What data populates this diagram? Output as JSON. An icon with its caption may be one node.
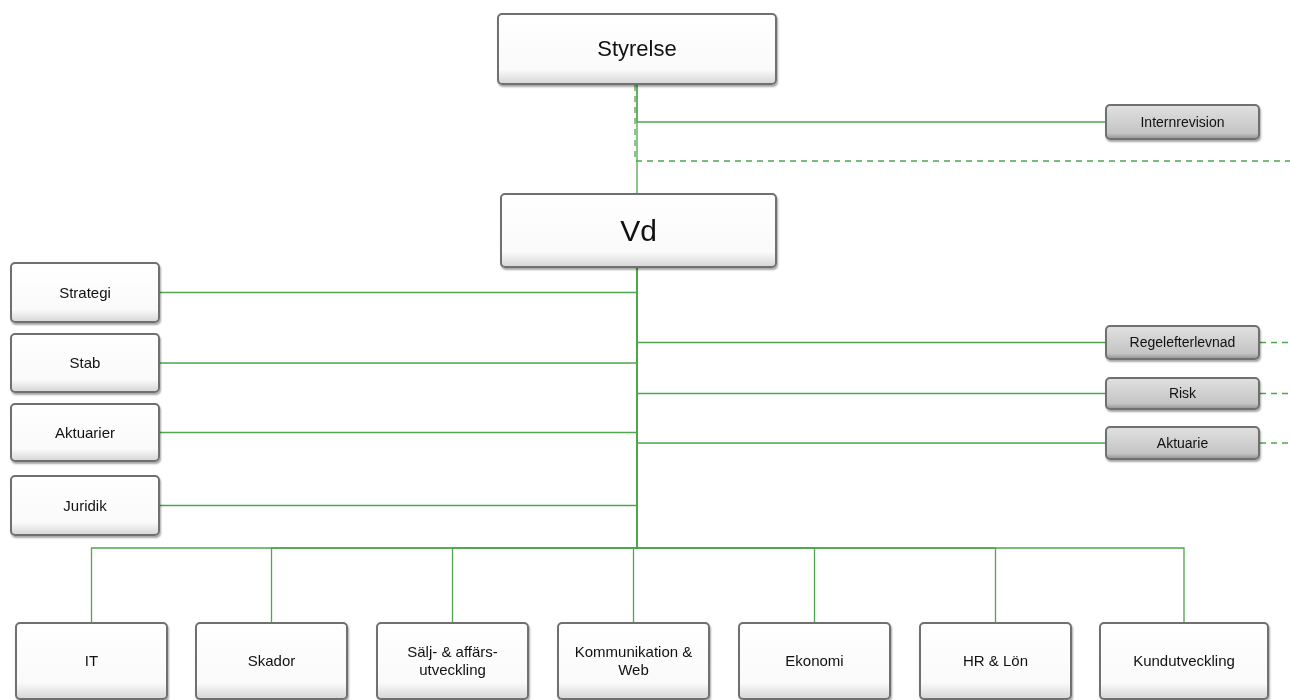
{
  "diagram": {
    "nodes": [
      {
        "text": [
          "Styrelse"
        ]
      },
      {
        "text": [
          "Internrevision"
        ]
      },
      {
        "text": [
          "Vd"
        ]
      },
      {
        "text": [
          "Strategi"
        ]
      },
      {
        "text": [
          "Stab"
        ]
      },
      {
        "text": [
          "Aktuarier"
        ]
      },
      {
        "text": [
          "Juridik"
        ]
      },
      {
        "text": [
          "Regelefterlevnad"
        ]
      },
      {
        "text": [
          "Risk"
        ]
      },
      {
        "text": [
          "Aktuarie"
        ]
      },
      {
        "text": [
          "IT"
        ]
      },
      {
        "text": [
          "Skador"
        ]
      },
      {
        "text": [
          "Sälj- & affärs- utveckling"
        ]
      },
      {
        "text": [
          "Kommunikation & Web"
        ]
      },
      {
        "text": [
          "Ekonomi"
        ]
      },
      {
        "text": [
          "HR & Lön"
        ]
      },
      {
        "text": [
          "Kundutveckling"
        ]
      }
    ],
    "edges": [
      {
        "from": 0,
        "to": 2,
        "arrow": "none"
      },
      {
        "from": 0,
        "to": 1,
        "arrow": "none"
      },
      {
        "from": 0,
        "to": null,
        "arrow": "none",
        "style": "dashed"
      },
      {
        "from": 2,
        "to": 3,
        "arrow": "none"
      },
      {
        "from": 2,
        "to": 4,
        "arrow": "none"
      },
      {
        "from": 2,
        "to": 5,
        "arrow": "none"
      },
      {
        "from": 2,
        "to": 6,
        "arrow": "none"
      },
      {
        "from": 2,
        "to": 7,
        "arrow": "none"
      },
      {
        "from": 2,
        "to": 8,
        "arrow": "none"
      },
      {
        "from": 2,
        "to": 9,
        "arrow": "none"
      },
      {
        "from": 7,
        "to": null,
        "arrow": "none",
        "style": "dashed"
      },
      {
        "from": 8,
        "to": null,
        "arrow": "none",
        "style": "dashed"
      },
      {
        "from": 9,
        "to": null,
        "arrow": "none",
        "style": "dashed"
      },
      {
        "from": 2,
        "to": 10,
        "arrow": "none"
      },
      {
        "from": 2,
        "to": 11,
        "arrow": "none"
      },
      {
        "from": 2,
        "to": 12,
        "arrow": "none"
      },
      {
        "from": 2,
        "to": 13,
        "arrow": "none"
      },
      {
        "from": 2,
        "to": 14,
        "arrow": "none"
      },
      {
        "from": 2,
        "to": 15,
        "arrow": "none"
      },
      {
        "from": 2,
        "to": 16,
        "arrow": "none"
      }
    ]
  }
}
